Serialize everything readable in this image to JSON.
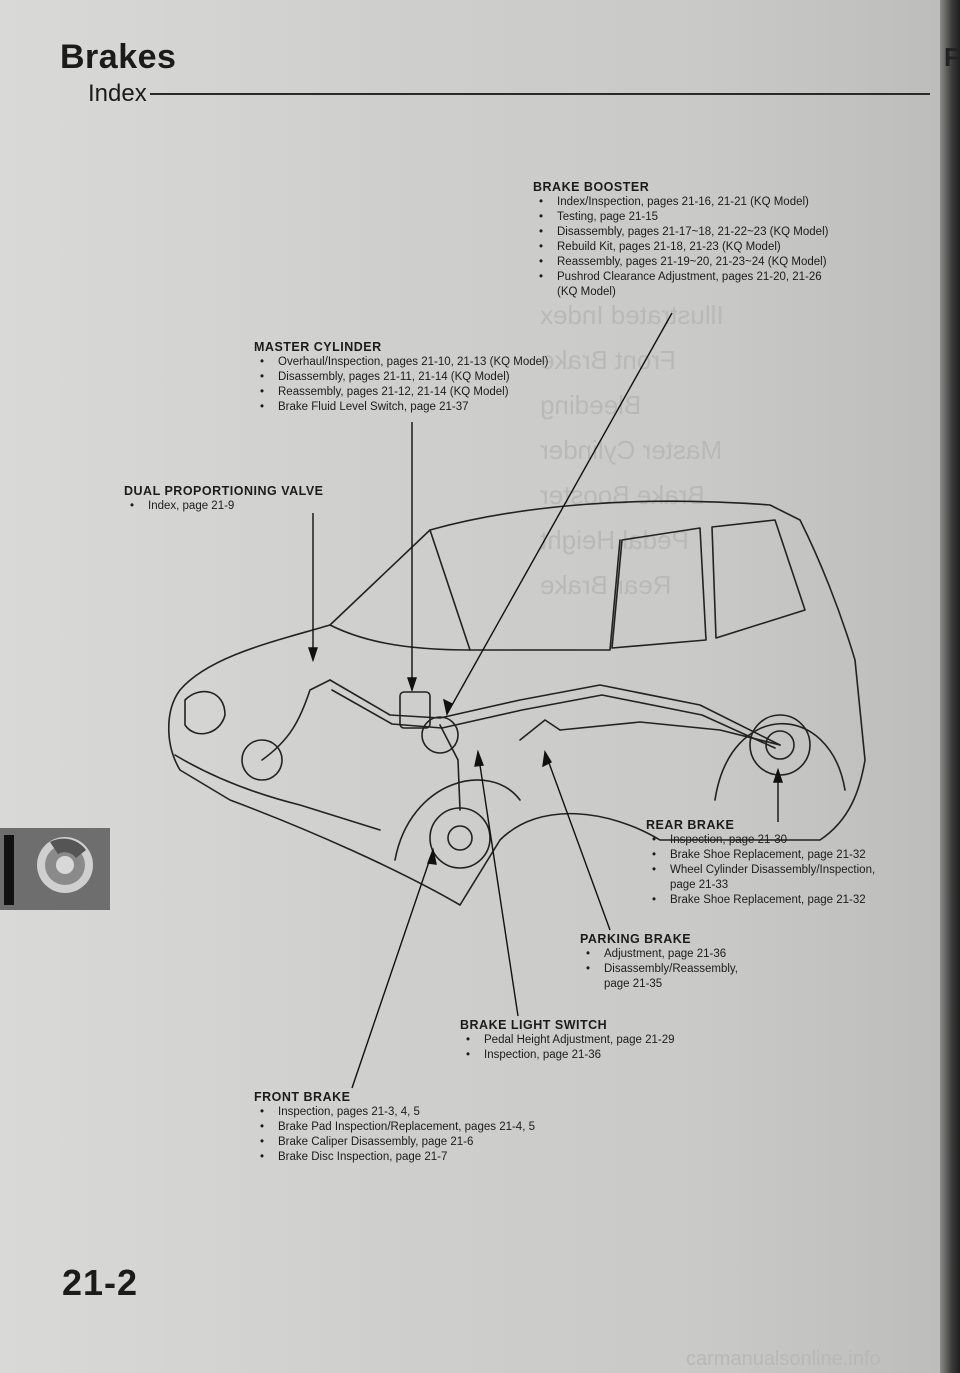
{
  "header": {
    "title": "Brakes",
    "subtitle": "Index"
  },
  "page_number": "21-2",
  "edge_letter": "F",
  "watermark": "carmanualsonline.info",
  "ghost_text": [
    "Illustrated Index",
    "Front Brake",
    "Bleeding",
    "Master Cylinder",
    "Brake Booster",
    "Pedal Height",
    "Rear Brake"
  ],
  "brake_booster": {
    "heading": "BRAKE BOOSTER",
    "items": [
      "Index/Inspection, pages 21-16, 21-21 (KQ Model)",
      "Testing, page 21-15",
      "Disassembly, pages 21-17~18, 21-22~23 (KQ Model)",
      "Rebuild Kit, pages 21-18, 21-23 (KQ Model)",
      "Reassembly, pages 21-19~20, 21-23~24 (KQ Model)",
      "Pushrod Clearance Adjustment, pages 21-20, 21-26"
    ],
    "continuation": "(KQ Model)"
  },
  "master_cylinder": {
    "heading": "MASTER CYLINDER",
    "items": [
      "Overhaul/Inspection, pages 21-10, 21-13 (KQ Model)",
      "Disassembly, pages 21-11, 21-14 (KQ Model)",
      "Reassembly, pages 21-12, 21-14 (KQ Model)",
      "Brake Fluid Level Switch, page 21-37"
    ]
  },
  "dual_proportioning_valve": {
    "heading": "DUAL PROPORTIONING VALVE",
    "items": [
      "Index, page 21-9"
    ]
  },
  "rear_brake": {
    "heading": "REAR BRAKE",
    "items": [
      "Inspection, page 21-30",
      "Brake Shoe Replacement, page 21-32",
      "Wheel Cylinder Disassembly/Inspection,",
      "Brake Shoe Replacement, page 21-32"
    ],
    "continuation": "page 21-33"
  },
  "parking_brake": {
    "heading": "PARKING BRAKE",
    "items": [
      "Adjustment, page 21-36",
      "Disassembly/Reassembly,"
    ],
    "continuation": "page 21-35"
  },
  "brake_light_switch": {
    "heading": "BRAKE LIGHT SWITCH",
    "items": [
      "Pedal Height Adjustment, page 21-29",
      "Inspection, page 21-36"
    ]
  },
  "front_brake": {
    "heading": "FRONT BRAKE",
    "items": [
      "Inspection, pages 21-3, 4, 5",
      "Brake Pad Inspection/Replacement, pages 21-4, 5",
      "Brake Caliper Disassembly, page 21-6",
      "Brake Disc Inspection, page 21-7"
    ]
  }
}
